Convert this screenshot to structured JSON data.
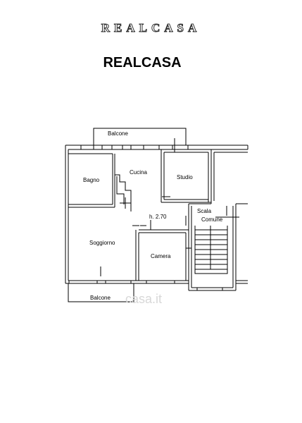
{
  "header": {
    "logo_text": "REALCASA",
    "title": "REALCASA"
  },
  "plan": {
    "rooms": {
      "balcone_top": "Balcone",
      "cucina": "Cucina",
      "studio": "Studio",
      "bagno": "Bagno",
      "height": "h. 2.70",
      "scala": "Scala",
      "comune": "Comune",
      "soggiorno": "Soggiorno",
      "camera": "Camera",
      "balcone_bottom": "Balcone"
    },
    "watermark": "casa.it"
  },
  "colors": {
    "wall": "#000000",
    "wall_fill": "#ffffff",
    "watermark": "#d8d8d8"
  }
}
